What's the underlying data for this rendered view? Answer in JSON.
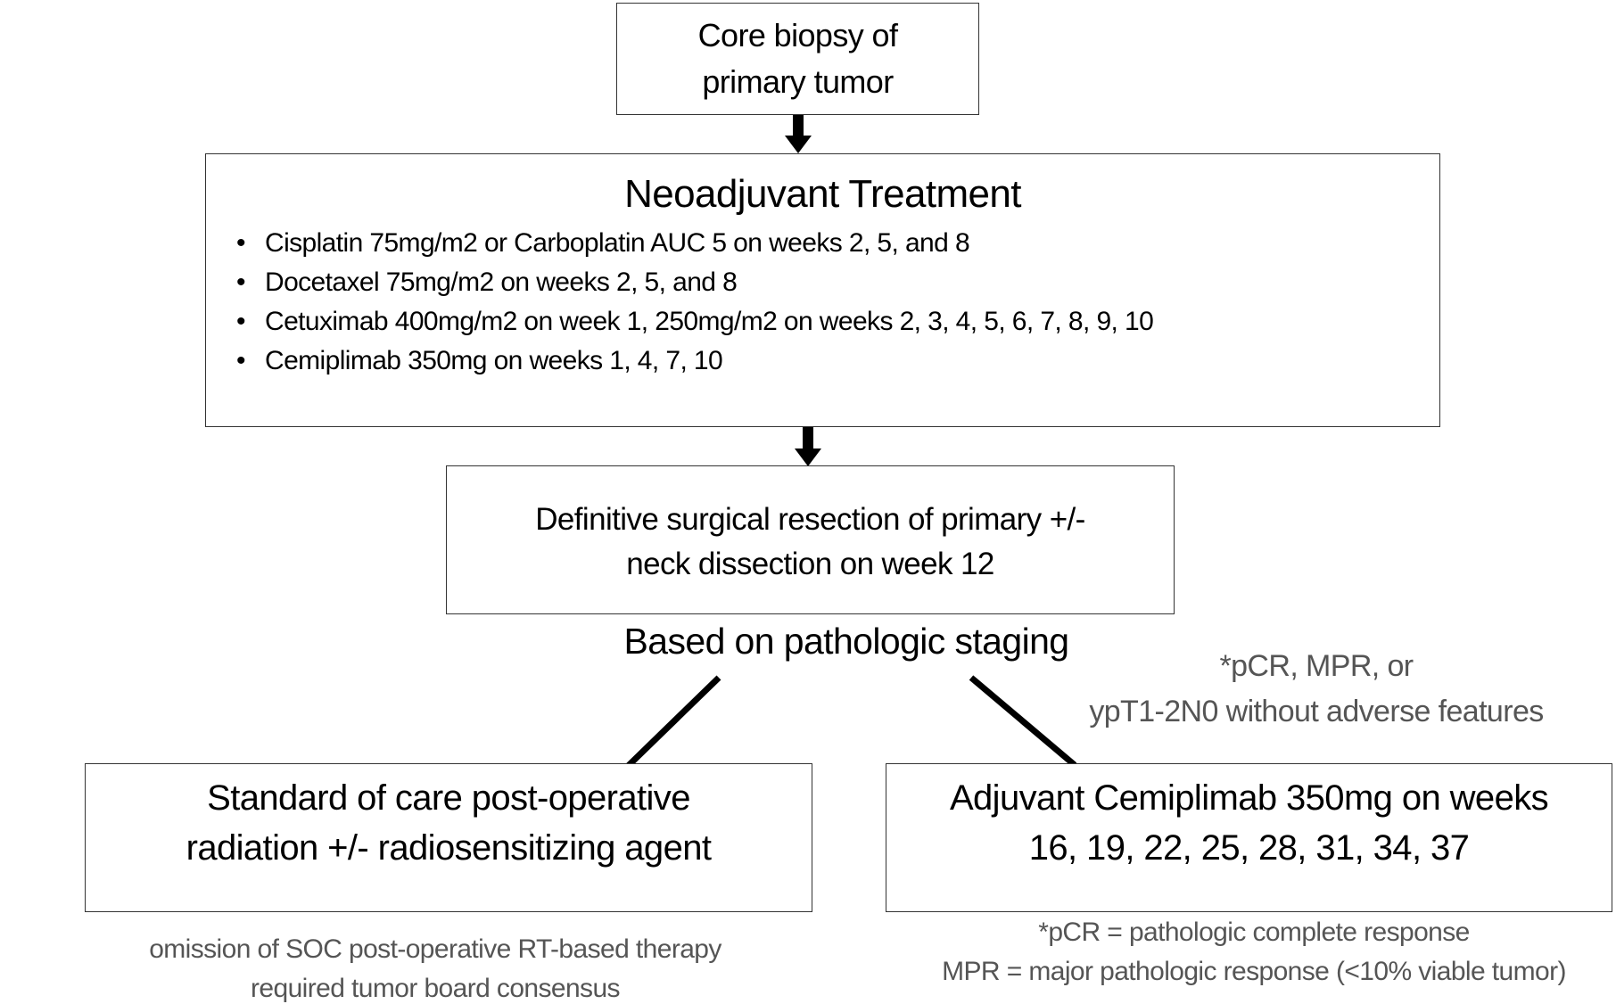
{
  "core_biopsy": {
    "line1": "Core biopsy of",
    "line2": "primary tumor"
  },
  "neoadjuvant": {
    "title": "Neoadjuvant Treatment",
    "bullets": [
      "Cisplatin 75mg/m2 or Carboplatin AUC 5 on weeks 2, 5, and 8",
      "Docetaxel 75mg/m2 on weeks 2, 5, and 8",
      "Cetuximab 400mg/m2 on week 1, 250mg/m2 on weeks 2, 3, 4, 5, 6, 7, 8, 9, 10",
      "Cemiplimab 350mg on weeks 1, 4, 7, 10"
    ]
  },
  "surgery": {
    "line1": "Definitive surgical resection of primary +/-",
    "line2": "neck dissection on week 12"
  },
  "staging_label": "Based on pathologic staging",
  "criteria_note": {
    "line1": "*pCR, MPR, or",
    "line2": "ypT1-2N0 without adverse features"
  },
  "standard_of_care": {
    "line1": "Standard of care post-operative",
    "line2": "radiation +/- radiosensitizing agent"
  },
  "adjuvant": {
    "line1": "Adjuvant Cemiplimab 350mg on weeks",
    "line2": "16, 19, 22, 25, 28, 31, 34, 37"
  },
  "left_footnote": {
    "line1": "omission of SOC post-operative RT-based therapy",
    "line2": "required tumor board consensus"
  },
  "right_footnote": {
    "line1": "*pCR = pathologic complete response",
    "line2": "MPR = major pathologic response (<10% viable tumor)"
  }
}
